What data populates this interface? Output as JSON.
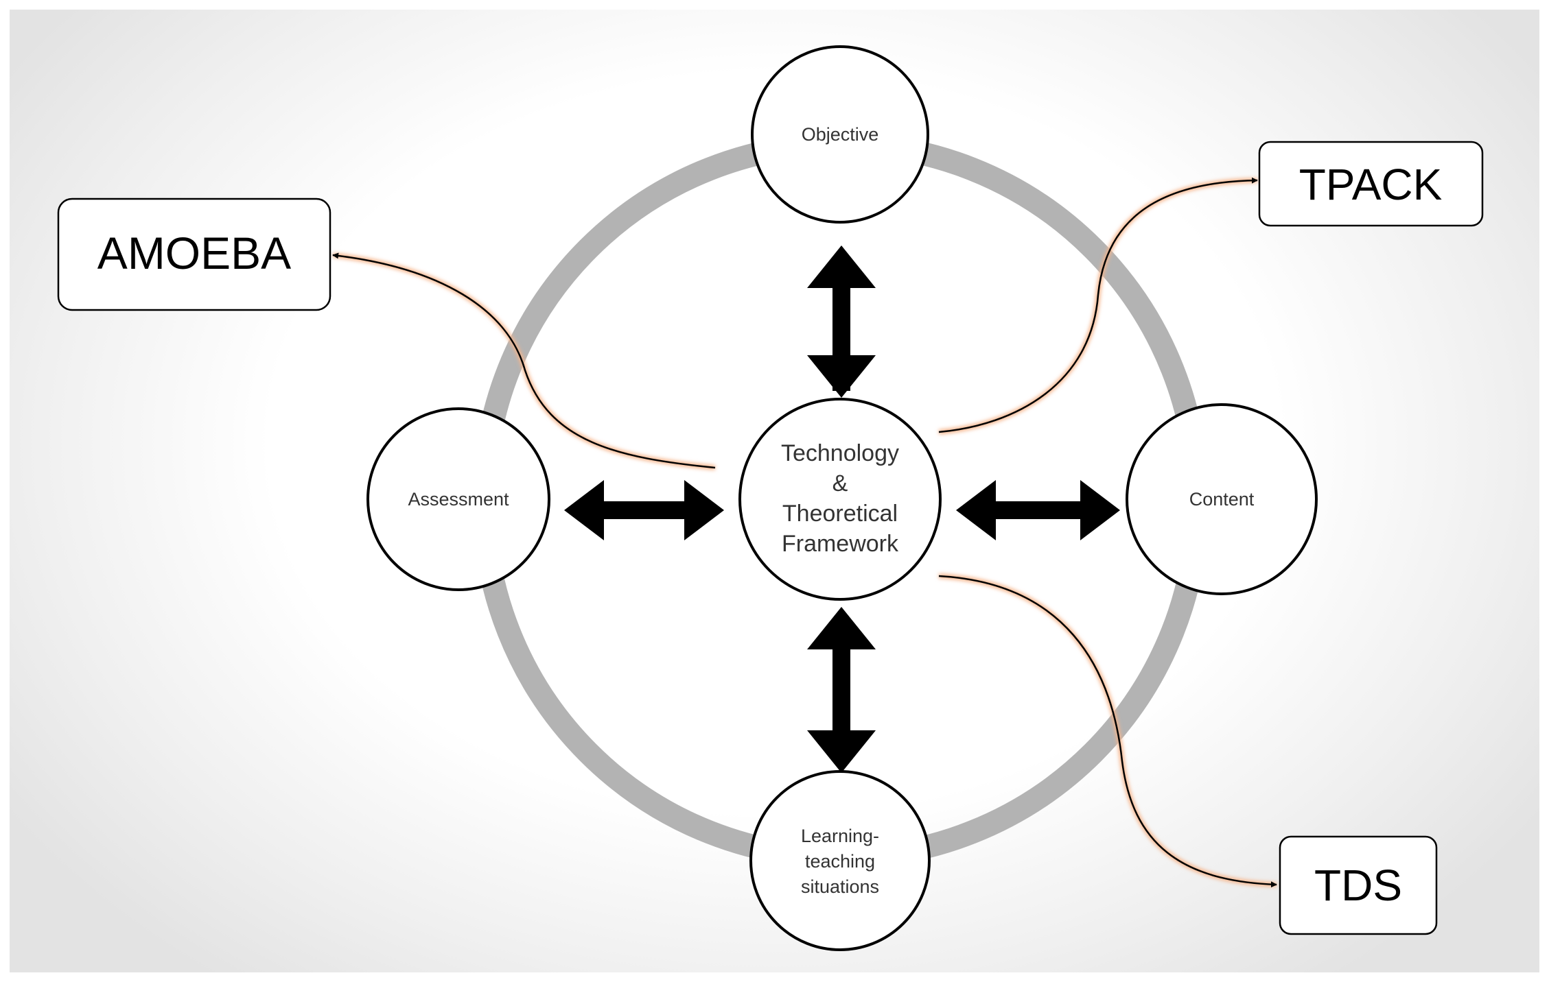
{
  "diagram": {
    "center_node": {
      "lines": [
        "Technology",
        "&",
        "Theoretical",
        "Framework"
      ]
    },
    "outer_nodes": {
      "top": {
        "lines": [
          "Objective"
        ]
      },
      "left": {
        "lines": [
          "Assessment"
        ]
      },
      "right": {
        "lines": [
          "Content"
        ]
      },
      "bottom": {
        "lines": [
          "Learning-",
          "teaching",
          "situations"
        ]
      }
    },
    "framework_boxes": {
      "amoeba": "AMOEBA",
      "tpack": "TPACK",
      "tds": "TDS"
    },
    "colors": {
      "ring": "#b3b3b3",
      "node_stroke": "#000000",
      "arrow": "#000000",
      "curve_glow": "#f5b48a",
      "curve": "#000000"
    }
  }
}
